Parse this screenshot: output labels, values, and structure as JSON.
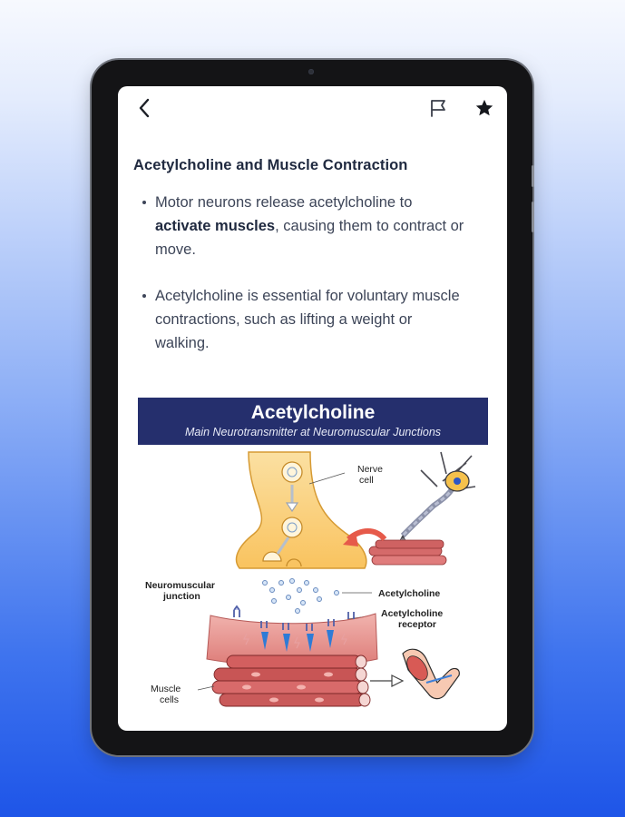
{
  "nav": {
    "back_icon": "chevron-left-icon",
    "flag_icon": "flag-icon",
    "star_icon": "star-icon"
  },
  "article": {
    "title": "Acetylcholine and Muscle Contraction",
    "bullets": [
      {
        "before": "Motor neurons release acetylcholine to ",
        "bold": "activate muscles",
        "after": ", causing them to contract or move."
      },
      {
        "text": "Acetylcholine is essential for voluntary muscle contractions, such as lifting a weight or walking."
      }
    ]
  },
  "figure": {
    "title": "Acetylcholine",
    "subtitle": "Main Neurotransmitter at Neuromuscular Junctions",
    "labels": {
      "nerve": [
        "Nerve",
        "cell"
      ],
      "junction": [
        "Neuromuscular",
        "junction"
      ],
      "ach": "Acetylcholine",
      "receptor": [
        "Acetylcholine",
        "receptor"
      ],
      "muscle": [
        "Muscle",
        "cells"
      ]
    }
  },
  "colors": {
    "banner": "#252f6d",
    "terminal": "#fbcf75",
    "muscle": "#d56a6a",
    "text": "#3d4558"
  }
}
